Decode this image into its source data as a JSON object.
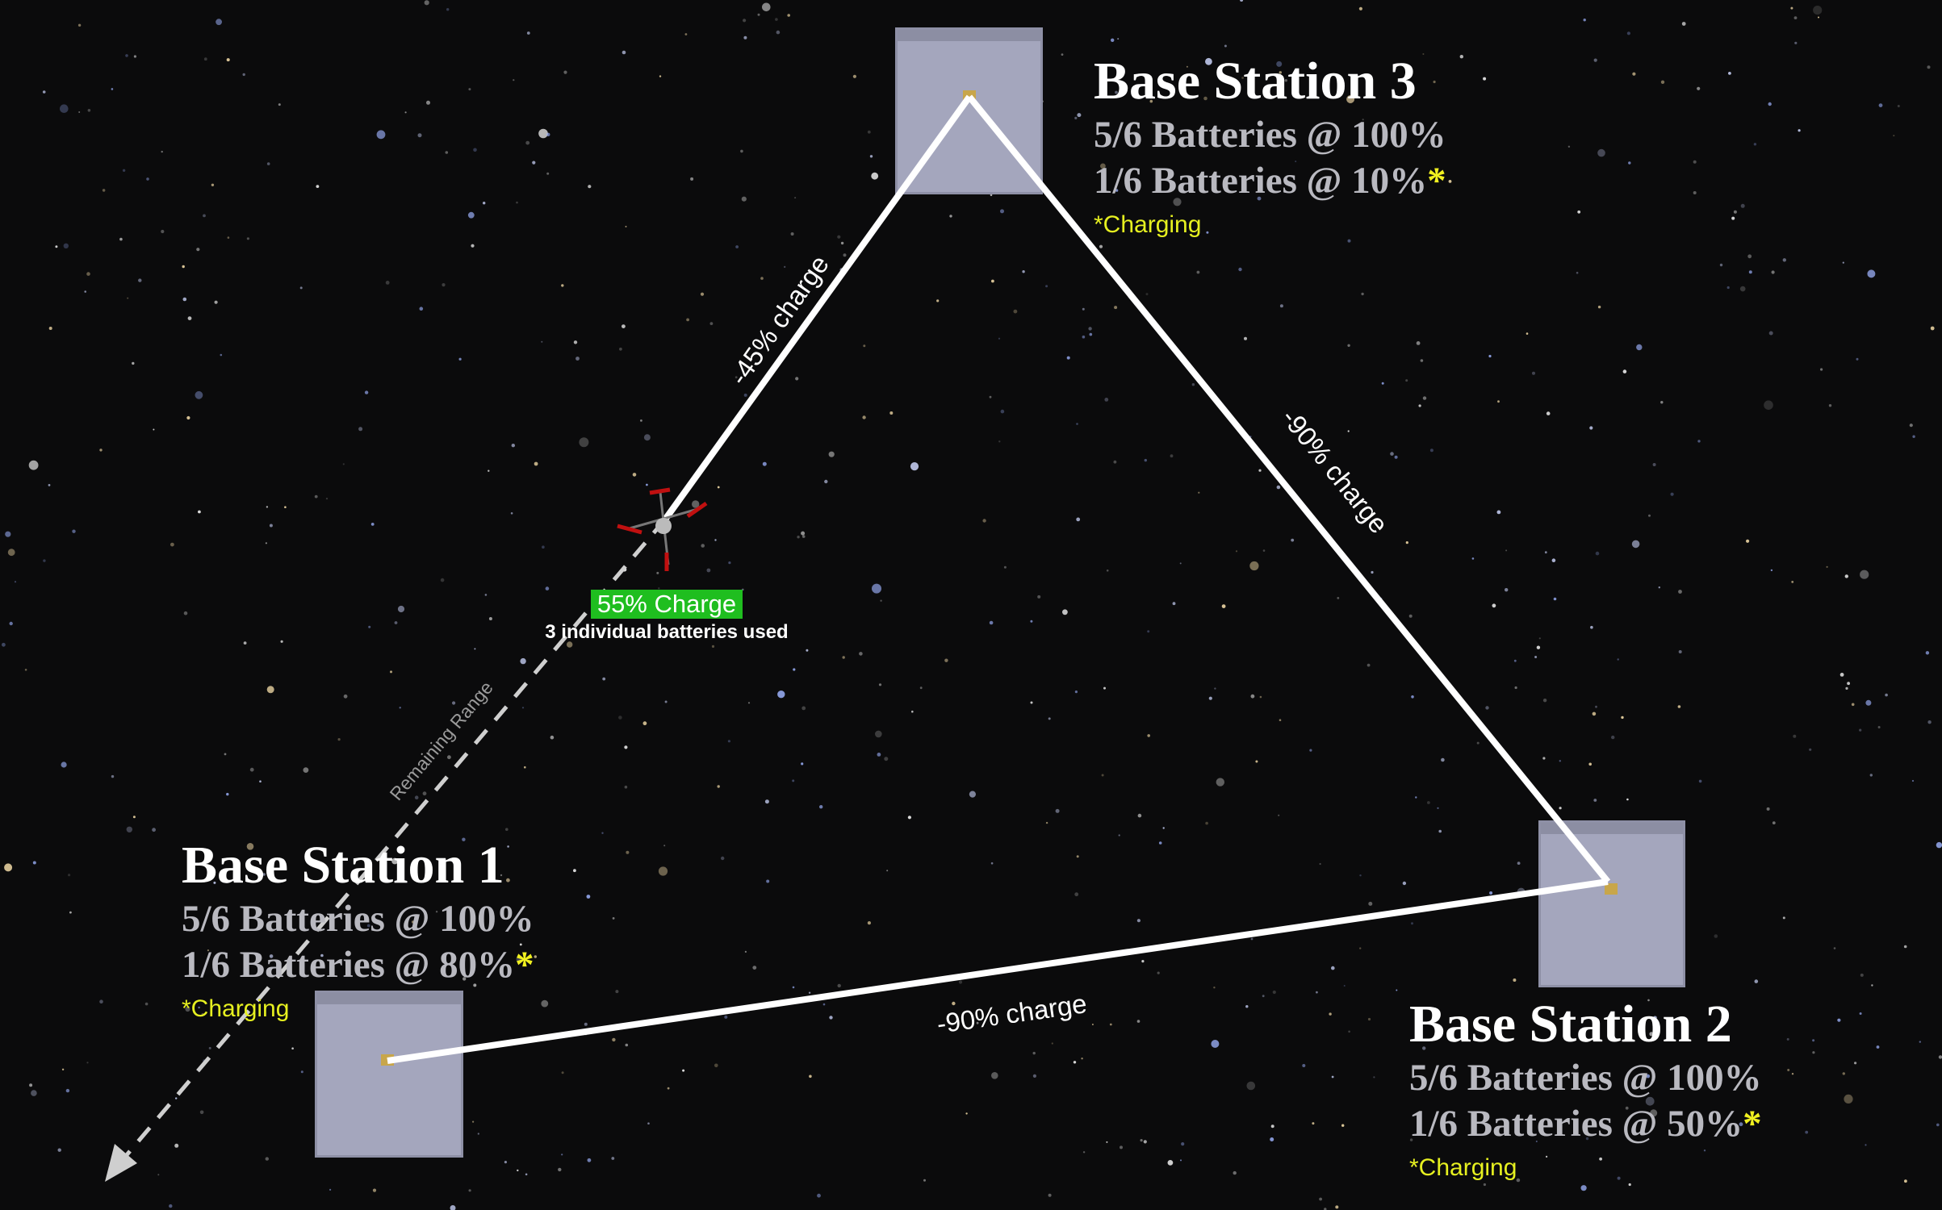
{
  "stations": [
    {
      "title": "Base Station 1",
      "line1": "5/6 Batteries @ 100%",
      "line2": "1/6 Batteries @ 80%",
      "star": "*",
      "charging": "*Charging"
    },
    {
      "title": "Base Station 2",
      "line1": "5/6 Batteries @ 100%",
      "line2": "1/6 Batteries @ 50%",
      "star": "*",
      "charging": "*Charging"
    },
    {
      "title": "Base Station 3",
      "line1": "5/6 Batteries @ 100%",
      "line2": "1/6 Batteries @ 10%",
      "star": "*",
      "charging": "*Charging"
    }
  ],
  "edges": {
    "s1_s3": "-45% charge",
    "s3_s2": "-90% charge",
    "s2_s1": "-90% charge"
  },
  "drone": {
    "charge_label": "55% Charge",
    "charge_percent": 55,
    "batteries_used": "3 individual batteries used",
    "remaining_range": "Remaining Range"
  },
  "colors": {
    "charge_badge": "#1fbe1f",
    "charging": "#e6f020",
    "station_box": "#a4a6bd"
  }
}
